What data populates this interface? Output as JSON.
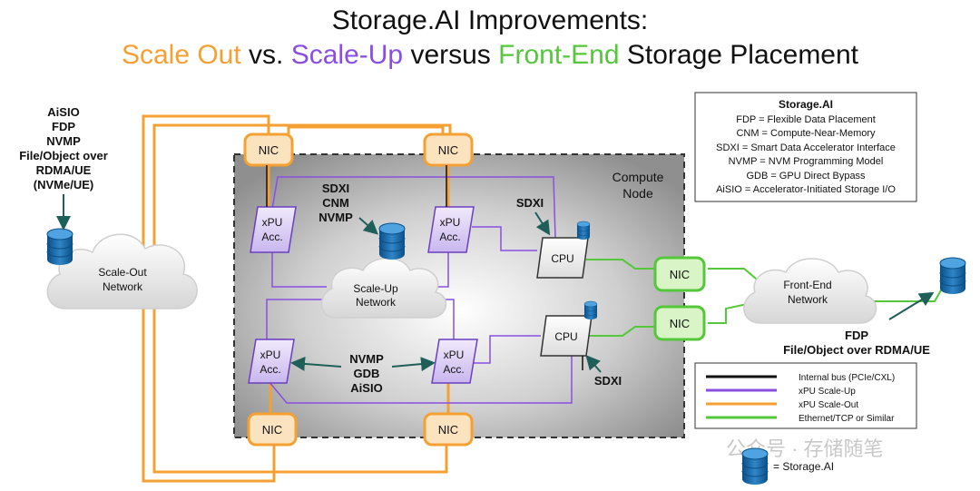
{
  "title": {
    "line1": "Storage.AI Improvements:",
    "scale_out": "Scale Out",
    "vs": " vs. ",
    "scale_up": "Scale-Up",
    "versus": " versus ",
    "front_end": "Front-End",
    "storage_placement": " Storage Placement"
  },
  "left_annotation": [
    "AiSIO",
    "FDP",
    "NVMP",
    "File/Object over",
    "RDMA/UE",
    "(NVMe/UE)"
  ],
  "scale_out_network": [
    "Scale-Out",
    "Network"
  ],
  "compute_node": [
    "Compute",
    "Node"
  ],
  "nic_label": "NIC",
  "xpu_label": [
    "xPU",
    "Acc."
  ],
  "cpu_label": "CPU",
  "scale_up_network": [
    "Scale-Up",
    "Network"
  ],
  "front_end_network": [
    "Front-End",
    "Network"
  ],
  "annot_sdxi_cnm_nvmp": [
    "SDXI",
    "CNM",
    "NVMP"
  ],
  "annot_sdxi_top": "SDXI",
  "annot_sdxi_bottom": "SDXI",
  "annot_nvmp_gdb_aisio": [
    "NVMP",
    "GDB",
    "AiSIO"
  ],
  "fdp_annotation": [
    "FDP",
    "File/Object over RDMA/UE"
  ],
  "glossary": {
    "title": "Storage.AI",
    "items": [
      "FDP = Flexible Data Placement",
      "CNM = Compute-Near-Memory",
      "SDXI = Smart Data Accelerator Interface",
      "NVMP = NVM Programming Model",
      "GDB = GPU Direct Bypass",
      "AiSIO = Accelerator-Initiated Storage I/O"
    ]
  },
  "legend": {
    "items": [
      {
        "label": "Internal bus (PCIe/CXL)",
        "color": "#111111"
      },
      {
        "label": "xPU Scale-Up",
        "color": "#8A4FE0"
      },
      {
        "label": "xPU Scale-Out",
        "color": "#F5A033"
      },
      {
        "label": "Ethernet/TCP or Similar",
        "color": "#55C73A"
      }
    ]
  },
  "storage_legend": "= Storage.AI",
  "watermark": "公众号 · 存储随笔",
  "colors": {
    "orange": "#F5A033",
    "purple": "#8A4FE0",
    "green": "#55C73A",
    "teal": "#1F5F5A",
    "nic_fill": "#FCE3C0",
    "nic_green_fill": "#D9F5C8",
    "xpu_fill": "#E3D8F5"
  }
}
